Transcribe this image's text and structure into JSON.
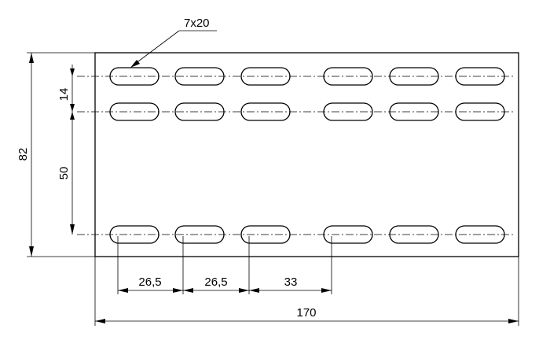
{
  "drawing": {
    "units": "mm",
    "plate": {
      "length": 170,
      "height": 82
    },
    "slot_size": {
      "width": 7,
      "length": 20
    },
    "slot_rows": 3,
    "slot_columns": 6,
    "dimensions": {
      "slot_callout": "7x20",
      "overall_height": "82",
      "row_pitch_top": "14",
      "row_gap": "50",
      "pitch_1": "26,5",
      "pitch_2": "26,5",
      "pitch_3": "33",
      "overall_length": "170"
    }
  }
}
